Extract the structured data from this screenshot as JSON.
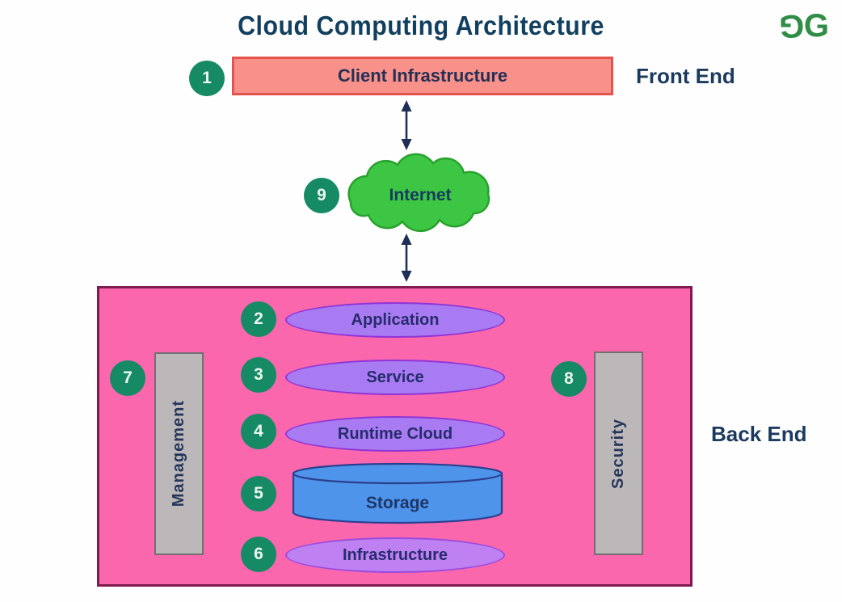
{
  "title": "Cloud Computing Architecture",
  "logo": {
    "glyph_left": "G",
    "glyph_right": "G",
    "color": "#2f8d46"
  },
  "front_end": {
    "badge": "1",
    "label": "Client Infrastructure",
    "section_label": "Front End"
  },
  "internet": {
    "badge": "9",
    "label": "Internet"
  },
  "back_end": {
    "section_label": "Back End",
    "management": {
      "badge": "7",
      "label": "Management"
    },
    "security": {
      "badge": "8",
      "label": "Security"
    },
    "layers": [
      {
        "badge": "2",
        "label": "Application",
        "shape": "ellipse"
      },
      {
        "badge": "3",
        "label": "Service",
        "shape": "ellipse"
      },
      {
        "badge": "4",
        "label": "Runtime Cloud",
        "shape": "ellipse"
      },
      {
        "badge": "5",
        "label": "Storage",
        "shape": "cylinder"
      },
      {
        "badge": "6",
        "label": "Infrastructure",
        "shape": "ellipse"
      }
    ]
  },
  "colors": {
    "badge_green": "#168a64",
    "badge_text": "#edf7f0",
    "cloud_green": "#3cc644",
    "cloud_border": "#2aa12e",
    "backend_pink": "#fa67ad",
    "backend_border": "#7e1c4e",
    "client_salmon": "#f9918b",
    "client_border": "#e4544c",
    "ellipse_purple": "#a97bf3",
    "ellipse_border": "#8f35d6",
    "infrastructure_purple": "#bf80f2",
    "storage_blue": "#4e94ea",
    "storage_border": "#2b3f8f",
    "pillar_gray": "#bcb8b9",
    "pillar_border": "#716f70",
    "navy_text": "#1b3a5e",
    "arrow_navy": "#1d2f55",
    "logo_green": "#2f8d46"
  }
}
